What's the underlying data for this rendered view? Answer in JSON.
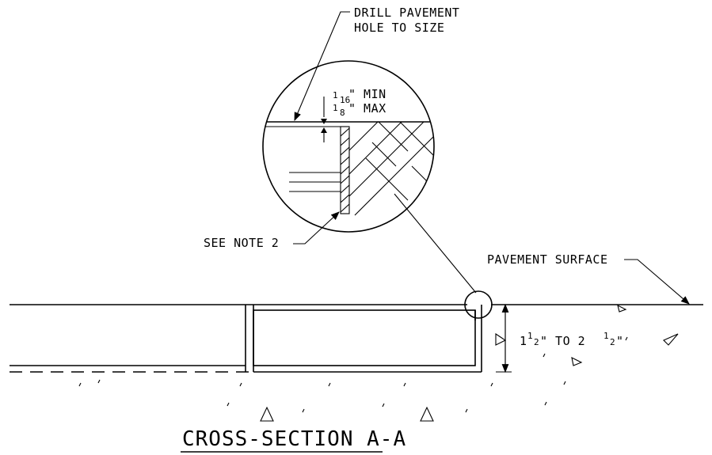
{
  "labels": {
    "drill_line1": "DRILL PAVEMENT",
    "drill_line2": "HOLE TO SIZE",
    "min_num": "1",
    "min_den": "16",
    "min_text": "\" MIN",
    "max_num": "1",
    "max_den": "8",
    "max_text": "\" MAX",
    "see_note": "SEE NOTE 2",
    "pavement_surface": "PAVEMENT SURFACE",
    "depth_a_whole": "1",
    "depth_a_num": "1",
    "depth_a_den": "2",
    "depth_mid": "\" TO 2",
    "depth_b_num": "1",
    "depth_b_den": "2",
    "depth_end": "\"",
    "section_title": "CROSS-SECTION A-A"
  }
}
